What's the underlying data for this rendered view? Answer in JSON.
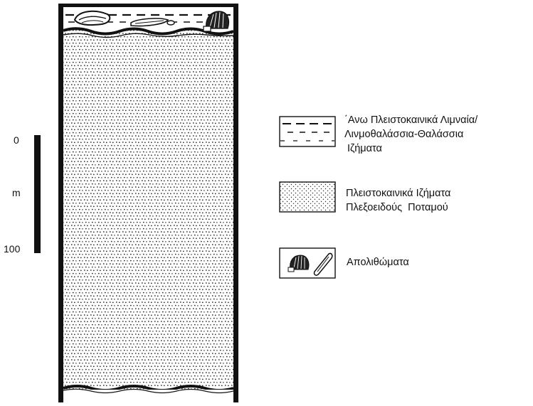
{
  "scale_bar": {
    "label_top": "0",
    "label_unit": "m",
    "label_bottom": "100"
  },
  "legend": [
    {
      "symbol": "dashes",
      "lines": [
        "΄Ανω Πλειστοκαινικά Λιμναία/",
        "Λινμοθαλάσσια-Θαλάσσια",
        " Ιζήματα"
      ]
    },
    {
      "symbol": "dots",
      "lines": [
        "Πλειστοκαινικά Ιζήματα",
        "Πλεξοειδούς  Ποταμού"
      ]
    },
    {
      "symbol": "fossils",
      "lines": [
        "Απολιθώματα"
      ]
    }
  ],
  "colors": {
    "ink": "#111111",
    "background": "#ffffff"
  }
}
